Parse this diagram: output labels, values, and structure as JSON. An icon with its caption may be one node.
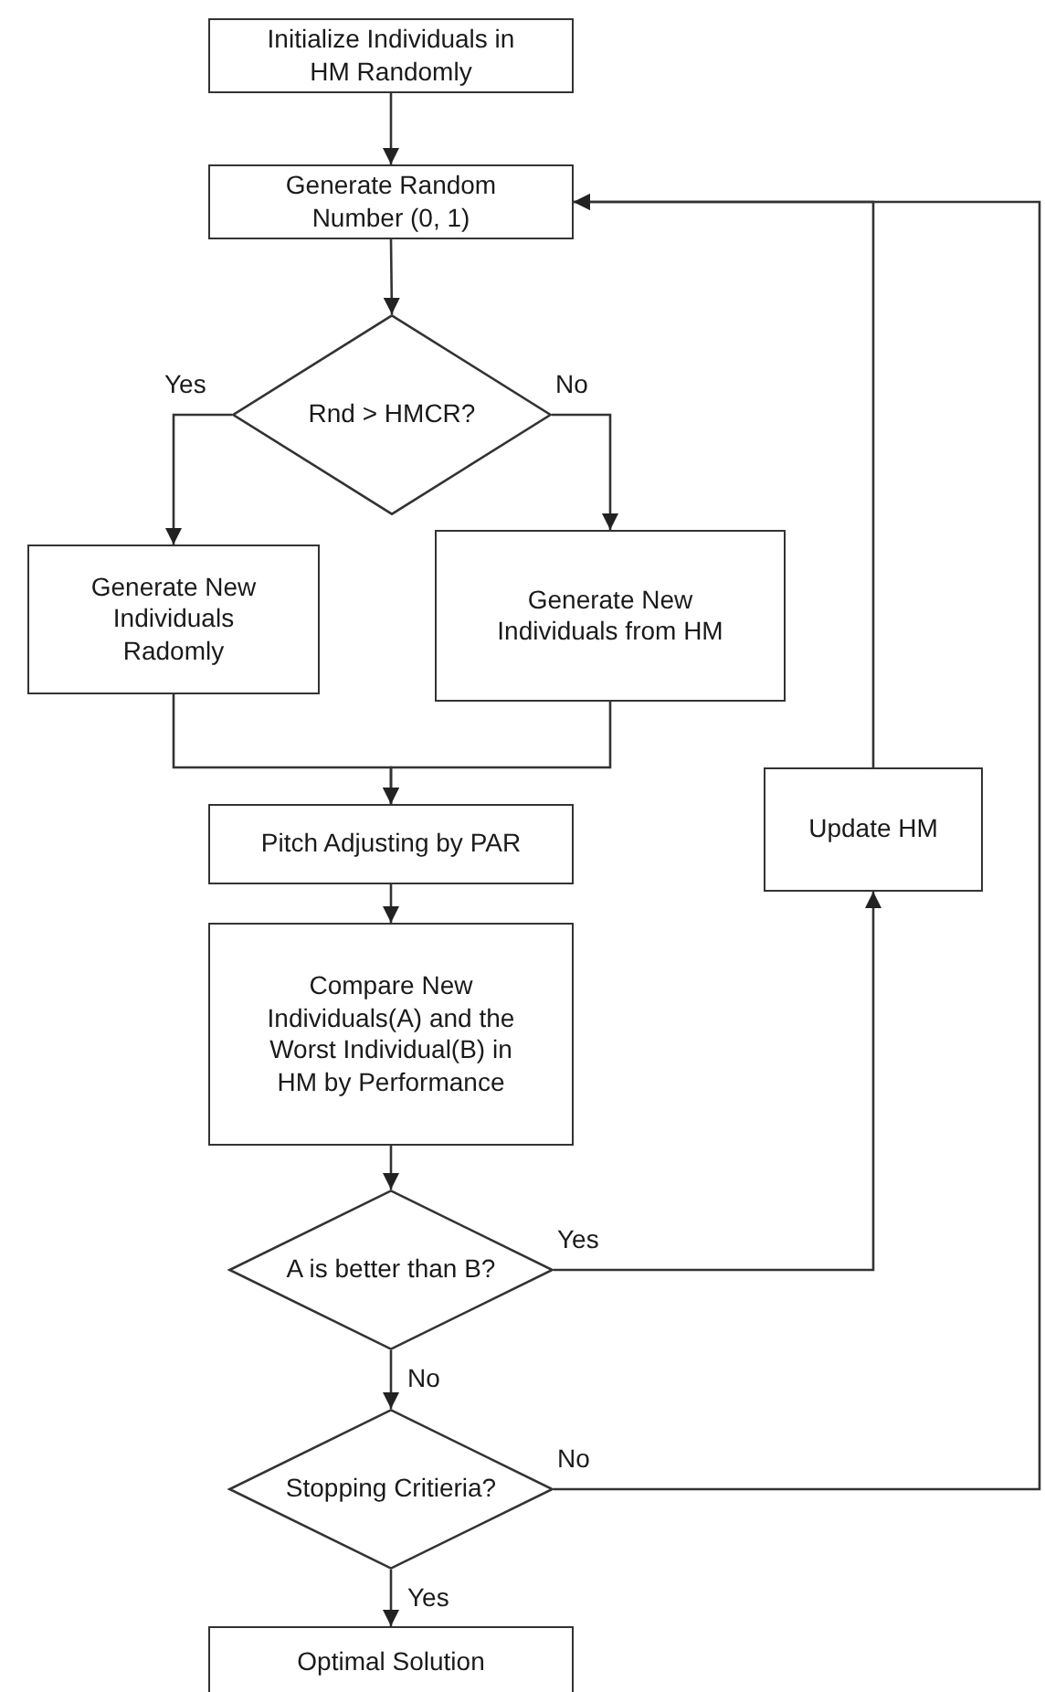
{
  "diagram": {
    "nodes": [
      {
        "text": [
          "Initialize Individuals in HM Randomly"
        ]
      },
      {
        "text": [
          "Generate Random Number (0, 1)"
        ]
      },
      {
        "text": [
          "Rnd > HMCR?"
        ]
      },
      {
        "text": [
          "Generate New Individuals Radomly"
        ]
      },
      {
        "text": [
          "Generate New Individuals from HM"
        ]
      },
      {
        "text": [
          "Pitch Adjusting by PAR"
        ]
      },
      {
        "text": [
          "Compare New Individuals(A) and the Worst Individual(B) in HM by Performance"
        ]
      },
      {
        "text": [
          "A is better than B?"
        ]
      },
      {
        "text": [
          "Update HM"
        ]
      },
      {
        "text": [
          "Stopping Critieria?"
        ]
      },
      {
        "text": [
          "Optimal Solution"
        ]
      }
    ],
    "edges": [
      {
        "from": 0,
        "to": 1,
        "arrow": "to"
      },
      {
        "from": 1,
        "to": 2,
        "arrow": "to"
      },
      {
        "from": 2,
        "to": 3,
        "arrow": "to",
        "label": "Yes"
      },
      {
        "from": 2,
        "to": 4,
        "arrow": "to",
        "label": "No"
      },
      {
        "from": 3,
        "to": 5,
        "arrow": "to"
      },
      {
        "from": 4,
        "to": 5,
        "arrow": "to"
      },
      {
        "from": 5,
        "to": 6,
        "arrow": "to"
      },
      {
        "from": 6,
        "to": 7,
        "arrow": "to"
      },
      {
        "from": 7,
        "to": 8,
        "arrow": "to",
        "label": "Yes"
      },
      {
        "from": 8,
        "to": 1,
        "arrow": "to"
      },
      {
        "from": 7,
        "to": 9,
        "arrow": "to",
        "label": "No"
      },
      {
        "from": 9,
        "to": 1,
        "arrow": "to",
        "label": "No"
      },
      {
        "from": 9,
        "to": 10,
        "arrow": "to",
        "label": "Yes"
      }
    ]
  }
}
